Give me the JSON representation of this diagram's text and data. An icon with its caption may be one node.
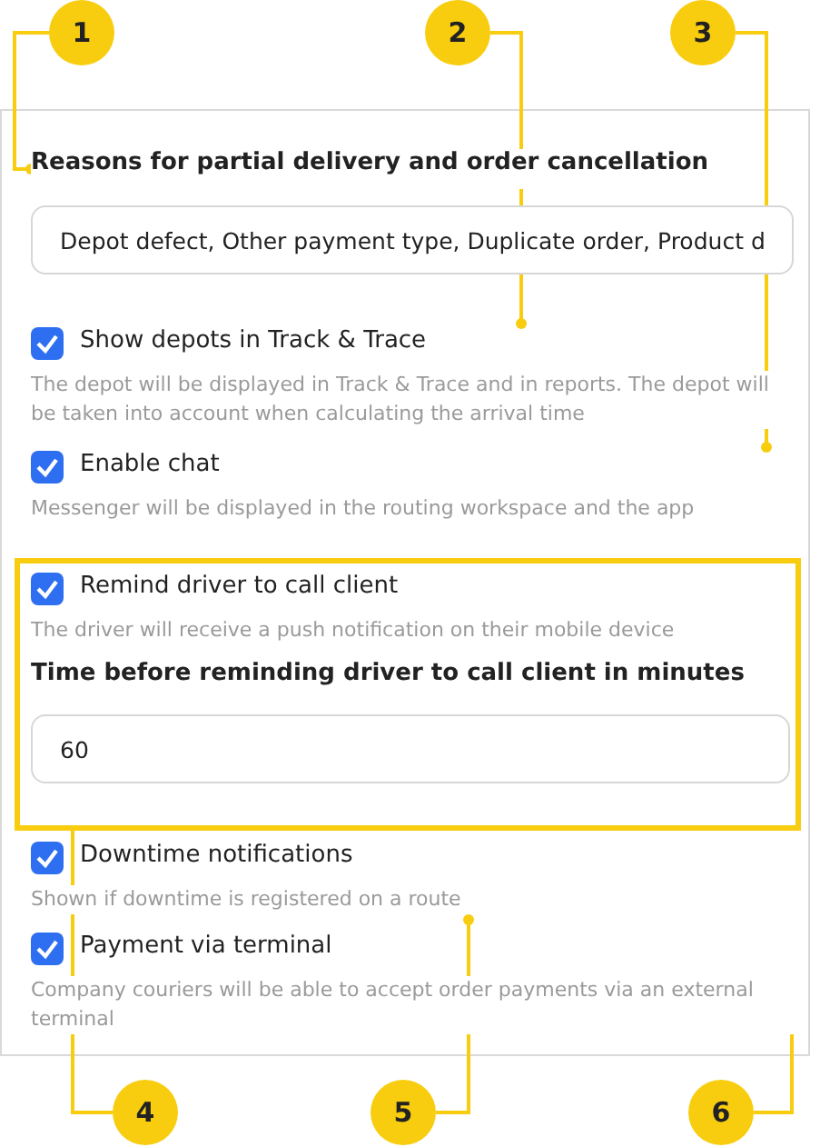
{
  "diagram": {
    "nodes": [
      {
        "text": [
          "1"
        ]
      },
      {
        "text": [
          "2"
        ]
      },
      {
        "text": [
          "3"
        ]
      },
      {
        "text": [
          "Reasons for partial delivery and order cancellation"
        ]
      },
      {
        "text": [
          "Depot defect, Other payment type, Duplicate order, Product d"
        ]
      },
      {
        "text": [
          "Show depots in Track & Trace",
          "The depot will be displayed in Track & Trace and in reports. The depot will be taken into account when calculating the arrival time"
        ]
      },
      {
        "text": [
          "Enable chat",
          "Messenger will be displayed in the routing workspace and the app"
        ]
      },
      {
        "text": [],
        "shape": "box"
      },
      {
        "text": [
          "Remind driver to call client",
          "The driver will receive a push notification on their mobile device"
        ],
        "in": 7
      },
      {
        "text": [
          "Time before reminding driver to call client in minutes"
        ],
        "in": 7
      },
      {
        "text": [
          "60"
        ],
        "in": 7
      },
      {
        "text": [
          "Downtime notifications",
          "Shown if downtime is registered on a route"
        ]
      },
      {
        "text": [
          "Payment via terminal",
          "Company couriers will be able to accept order payments via an external terminal"
        ]
      },
      {
        "text": [
          "4"
        ]
      },
      {
        "text": [
          "5"
        ]
      },
      {
        "text": [
          "6"
        ]
      }
    ],
    "edges": [
      {
        "from": 0,
        "to": 3,
        "arrow": "other"
      },
      {
        "from": 1,
        "to": 5,
        "arrow": "other"
      },
      {
        "from": 2,
        "to": 6,
        "arrow": "other"
      },
      {
        "from": 13,
        "to": 7,
        "arrow": "none"
      },
      {
        "from": 14,
        "to": 11,
        "arrow": "other"
      },
      {
        "from": 15,
        "to": 12,
        "arrow": "other"
      }
    ]
  }
}
